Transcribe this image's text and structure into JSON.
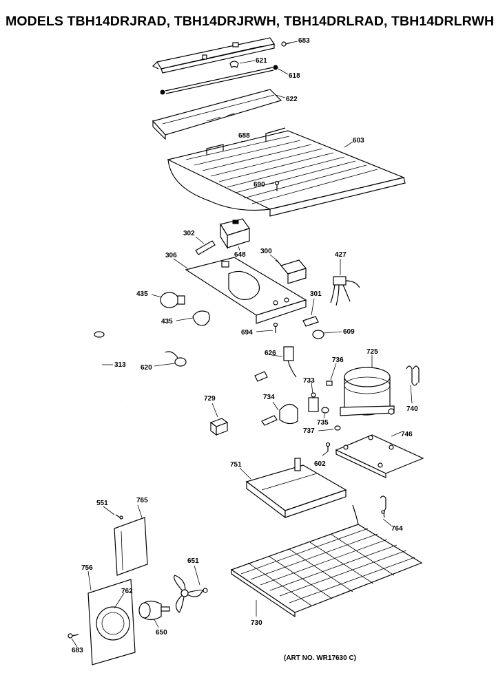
{
  "header": {
    "title": "MODELS TBH14DRJRAD, TBH14DRJRWH, TBH14DRLRAD, TBH14DRLRWH"
  },
  "footer": {
    "art_number": "(ART NO. WR17630 C)"
  },
  "parts": {
    "p683a": "683",
    "p621": "621",
    "p618": "618",
    "p622": "622",
    "p688": "688",
    "p603": "603",
    "p690": "690",
    "p302": "302",
    "p648": "648",
    "p306": "306",
    "p300": "300",
    "p427": "427",
    "p435a": "435",
    "p435b": "435",
    "p301": "301",
    "p694": "694",
    "p609": "609",
    "p313": "313",
    "p620": "620",
    "p626": "626",
    "p736": "736",
    "p725": "725",
    "p733": "733",
    "p729": "729",
    "p734": "734",
    "p740": "740",
    "p735": "735",
    "p737": "737",
    "p746": "746",
    "p602": "602",
    "p751": "751",
    "p551": "551",
    "p765": "765",
    "p764": "764",
    "p756": "756",
    "p651": "651",
    "p762": "762",
    "p650": "650",
    "p730": "730",
    "p683b": "683"
  }
}
